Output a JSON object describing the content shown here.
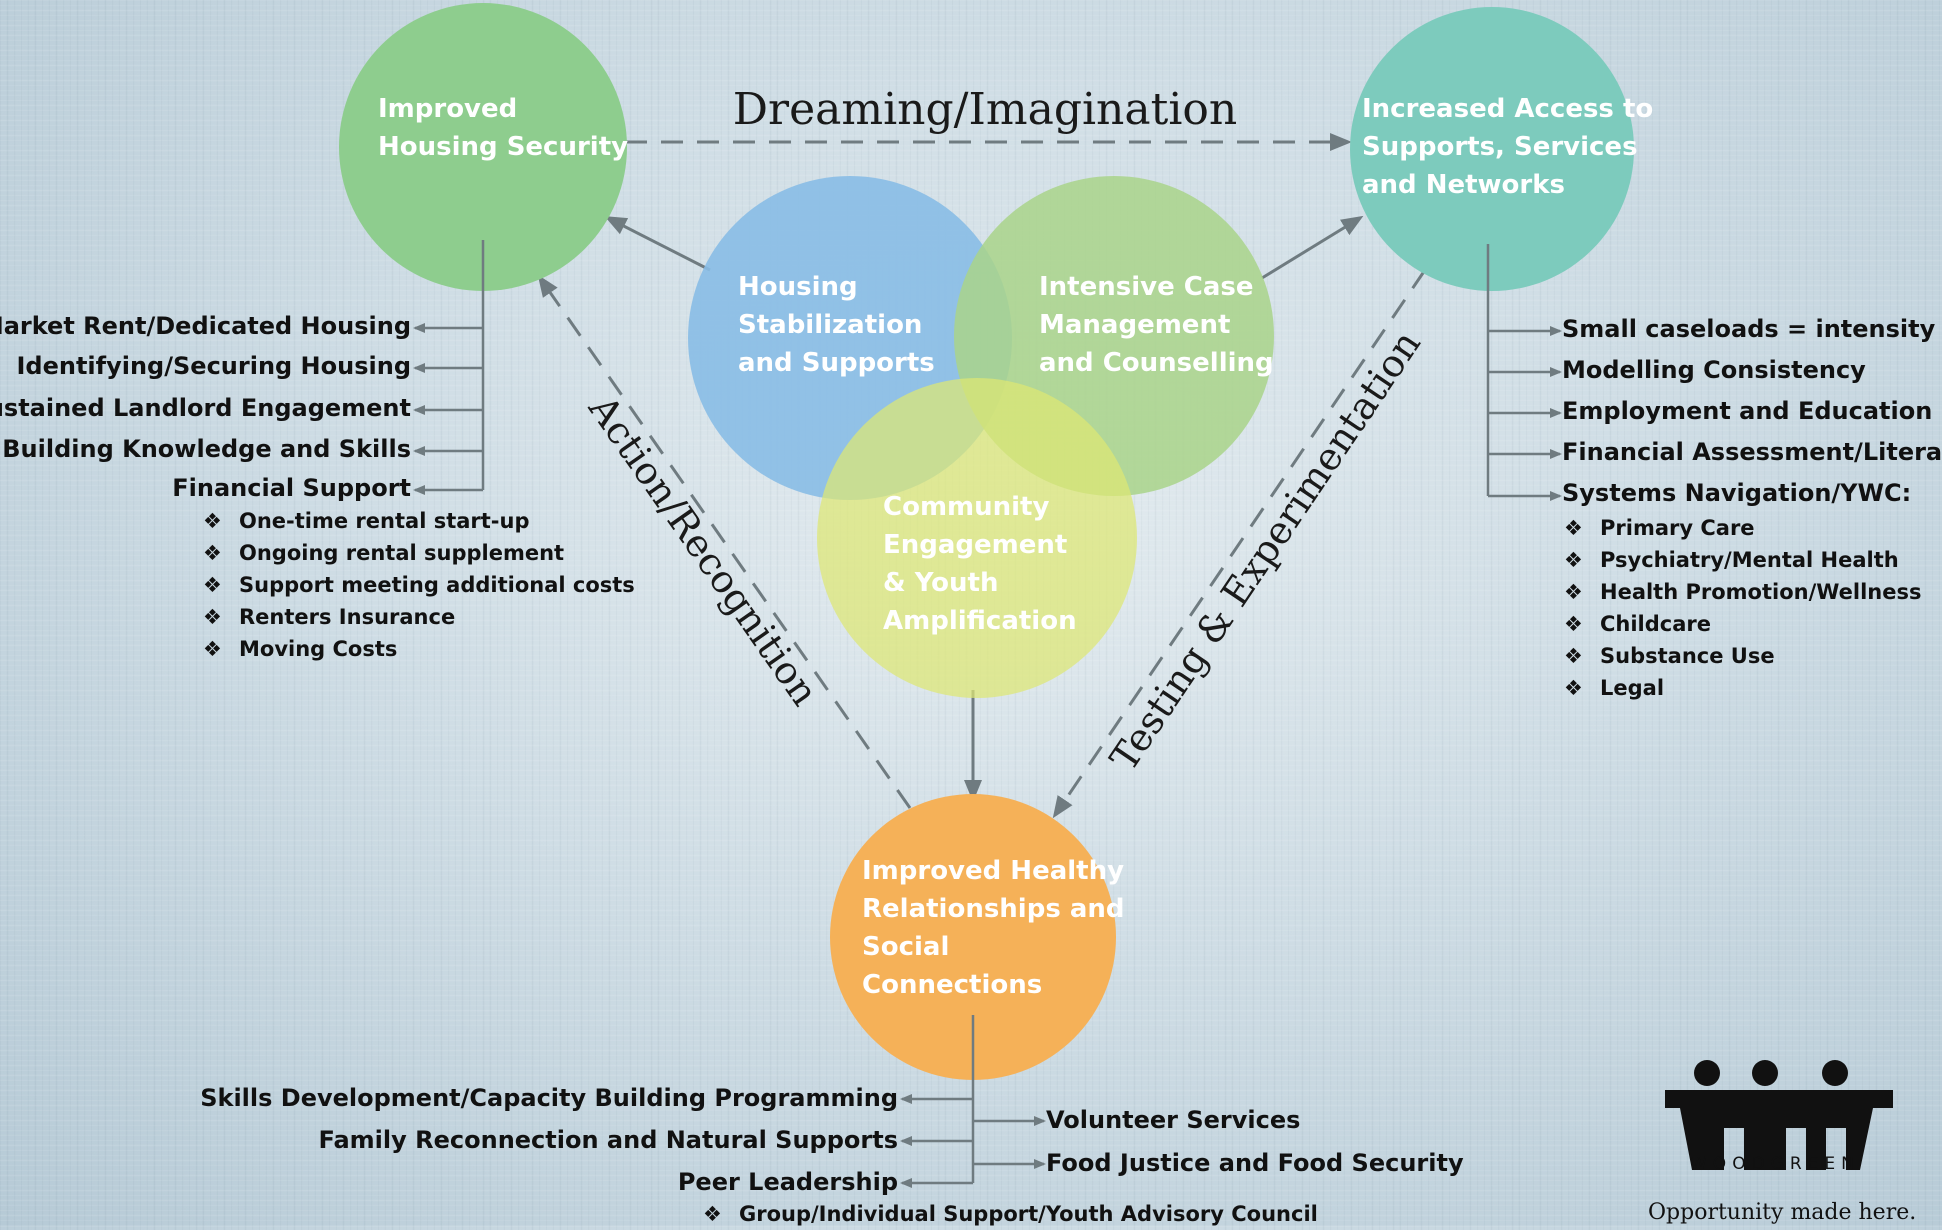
{
  "colors": {
    "green_circle": "#8ecd8e",
    "teal_circle": "#7dcbbd",
    "blue_circle": "#88bde6",
    "lightgreen_circle": "#a9d38a",
    "yellow_circle": "#dee873",
    "orange_circle": "#f5b158"
  },
  "circles": {
    "housing_security": "Improved Housing Security",
    "access": "Increased Access to Supports, Services and Networks",
    "stabilization": "Housing Stabilization and Supports",
    "case_management": "Intensive Case Management and Counselling",
    "community": "Community Engagement & Youth Amplification",
    "relationships": "Improved Healthy Relationships and Social Connections"
  },
  "circle_lines": {
    "housing_security": [
      "Improved",
      "Housing Security"
    ],
    "access": [
      "Increased Access to",
      "Supports, Services",
      "and Networks"
    ],
    "stabilization": [
      "Housing",
      "Stabilization",
      "and Supports"
    ],
    "case_management": [
      "Intensive Case",
      "Management",
      "and Counselling"
    ],
    "community": [
      "Community",
      "Engagement",
      "& Youth",
      "Amplification"
    ],
    "relationships": [
      "Improved Healthy",
      "Relationships and",
      "Social",
      "Connections"
    ]
  },
  "edges": {
    "top": "Dreaming/Imagination",
    "left": "Action/Recognition",
    "right": "Testing & Experimentation"
  },
  "housing_items": [
    "Market Rent/Dedicated Housing",
    "Identifying/Securing Housing",
    "Sustained Landlord Engagement",
    "Building Knowledge and Skills",
    "Financial Support"
  ],
  "housing_sub": [
    "One-time rental start-up",
    "Ongoing rental supplement",
    "Support meeting additional costs",
    "Renters Insurance",
    "Moving Costs"
  ],
  "access_items": [
    "Small caseloads = intensity",
    "Modelling Consistency",
    "Employment and Education",
    "Financial Assessment/Literacy",
    "Systems Navigation/YWC:"
  ],
  "access_sub": [
    "Primary Care",
    "Psychiatry/Mental Health",
    "Health Promotion/Wellness",
    "Childcare",
    "Substance Use",
    "Legal"
  ],
  "relationships_left": [
    "Skills Development/Capacity Building Programming",
    "Family Reconnection and Natural Supports",
    "Peer Leadership"
  ],
  "relationships_right": [
    "Volunteer Services",
    "Food Justice and Food Security"
  ],
  "relationships_sub": [
    "Group/Individual Support/Youth Advisory Council"
  ],
  "bullet_mark": "❖",
  "logo": {
    "name": "WOODGREEN",
    "tagline": "Opportunity made here."
  }
}
